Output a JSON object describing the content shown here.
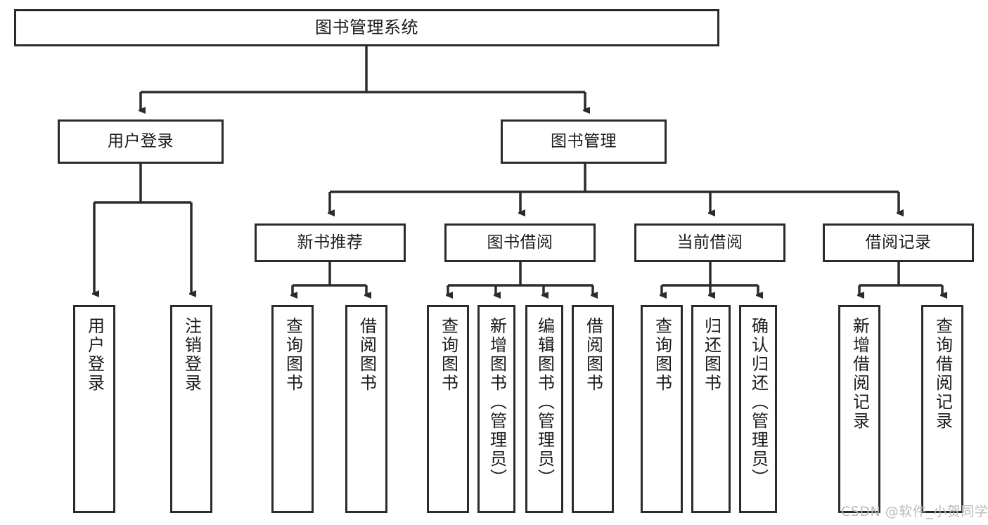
{
  "diagram": {
    "type": "tree",
    "title": "图书管理系统",
    "style": {
      "box_border_color": "#2b2b2b",
      "box_fill_color": "#ffffff",
      "line_color": "#2b2b2b",
      "text_color": "#1a1a1a",
      "background": "#ffffff"
    },
    "levels": {
      "root": "图书管理系统",
      "level2": [
        "用户登录",
        "图书管理"
      ],
      "level3": [
        "新书推荐",
        "图书借阅",
        "当前借阅",
        "借阅记录"
      ],
      "leaves": [
        "用户登录",
        "注销登录",
        "查询图书",
        "借阅图书",
        "查询图书",
        "新增图书（管理员）",
        "编辑图书（管理员）",
        "借阅图书",
        "查询图书",
        "归还图书",
        "确认归还（管理员）",
        "新增借阅记录",
        "查询借阅记录"
      ]
    },
    "nodes": {
      "root": {
        "label": "图书管理系统"
      },
      "user_login": {
        "label": "用户登录"
      },
      "book_manage": {
        "label": "图书管理"
      },
      "new_book_rec": {
        "label": "新书推荐"
      },
      "book_borrow": {
        "label": "图书借阅"
      },
      "current_borrow": {
        "label": "当前借阅"
      },
      "borrow_record": {
        "label": "借阅记录"
      },
      "leaf_user_login": {
        "label": "用户登录"
      },
      "leaf_user_logout": {
        "label": "注销登录"
      },
      "leaf_query_book_1": {
        "label": "查询图书"
      },
      "leaf_borrow_book_1": {
        "label": "借阅图书"
      },
      "leaf_query_book_2": {
        "label": "查询图书"
      },
      "leaf_add_book": {
        "label": "新增图书（管理员）"
      },
      "leaf_edit_book": {
        "label": "编辑图书（管理员）"
      },
      "leaf_borrow_book_2": {
        "label": "借阅图书"
      },
      "leaf_query_book_3": {
        "label": "查询图书"
      },
      "leaf_return_book": {
        "label": "归还图书"
      },
      "leaf_confirm_return": {
        "label": "确认归还（管理员）"
      },
      "leaf_add_record": {
        "label": "新增借阅记录"
      },
      "leaf_query_record": {
        "label": "查询借阅记录"
      }
    },
    "edges": [
      {
        "from": "root",
        "to": "user_login"
      },
      {
        "from": "root",
        "to": "book_manage"
      },
      {
        "from": "user_login",
        "to": "leaf_user_login"
      },
      {
        "from": "user_login",
        "to": "leaf_user_logout"
      },
      {
        "from": "book_manage",
        "to": "new_book_rec"
      },
      {
        "from": "book_manage",
        "to": "book_borrow"
      },
      {
        "from": "book_manage",
        "to": "current_borrow"
      },
      {
        "from": "book_manage",
        "to": "borrow_record"
      },
      {
        "from": "new_book_rec",
        "to": "leaf_query_book_1"
      },
      {
        "from": "new_book_rec",
        "to": "leaf_borrow_book_1"
      },
      {
        "from": "book_borrow",
        "to": "leaf_query_book_2"
      },
      {
        "from": "book_borrow",
        "to": "leaf_add_book"
      },
      {
        "from": "book_borrow",
        "to": "leaf_edit_book"
      },
      {
        "from": "book_borrow",
        "to": "leaf_borrow_book_2"
      },
      {
        "from": "current_borrow",
        "to": "leaf_query_book_3"
      },
      {
        "from": "current_borrow",
        "to": "leaf_return_book"
      },
      {
        "from": "current_borrow",
        "to": "leaf_confirm_return"
      },
      {
        "from": "borrow_record",
        "to": "leaf_add_record"
      },
      {
        "from": "borrow_record",
        "to": "leaf_query_record"
      }
    ]
  },
  "watermark": {
    "text": "CSDN @软件_小贺同学"
  }
}
